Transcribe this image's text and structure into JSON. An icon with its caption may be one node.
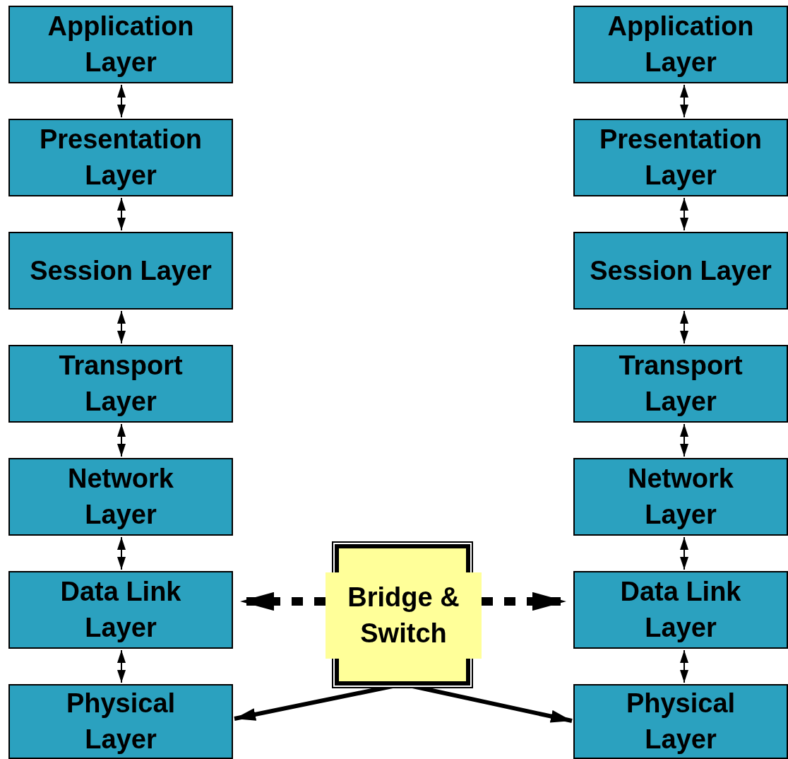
{
  "diagram": {
    "nodes": [
      {
        "text": [
          "Application Layer"
        ]
      },
      {
        "text": [
          "Presentation Layer"
        ]
      },
      {
        "text": [
          "Session Layer"
        ]
      },
      {
        "text": [
          "Transport Layer"
        ]
      },
      {
        "text": [
          "Network Layer"
        ]
      },
      {
        "text": [
          "Data Link Layer"
        ]
      },
      {
        "text": [
          "Physical Layer"
        ]
      },
      {
        "text": [
          "Application Layer"
        ]
      },
      {
        "text": [
          "Presentation Layer"
        ]
      },
      {
        "text": [
          "Session Layer"
        ]
      },
      {
        "text": [
          "Transport Layer"
        ]
      },
      {
        "text": [
          "Network Layer"
        ]
      },
      {
        "text": [
          "Data Link Layer"
        ]
      },
      {
        "text": [
          "Physical Layer"
        ]
      },
      {
        "text": [
          "Bridge & Switch"
        ]
      }
    ],
    "edges": [
      {
        "from": 0,
        "to": 1,
        "arrow": "both"
      },
      {
        "from": 1,
        "to": 2,
        "arrow": "both"
      },
      {
        "from": 2,
        "to": 3,
        "arrow": "both"
      },
      {
        "from": 3,
        "to": 4,
        "arrow": "both"
      },
      {
        "from": 4,
        "to": 5,
        "arrow": "both"
      },
      {
        "from": 5,
        "to": 6,
        "arrow": "both"
      },
      {
        "from": 7,
        "to": 8,
        "arrow": "both"
      },
      {
        "from": 8,
        "to": 9,
        "arrow": "both"
      },
      {
        "from": 9,
        "to": 10,
        "arrow": "both"
      },
      {
        "from": 10,
        "to": 11,
        "arrow": "both"
      },
      {
        "from": 11,
        "to": 12,
        "arrow": "both"
      },
      {
        "from": 12,
        "to": 13,
        "arrow": "both"
      },
      {
        "from": 14,
        "to": 5,
        "arrow": "to",
        "style": "dashed"
      },
      {
        "from": 14,
        "to": 12,
        "arrow": "to",
        "style": "dashed"
      },
      {
        "from": 14,
        "to": 6,
        "arrow": "to",
        "style": "thick"
      },
      {
        "from": 14,
        "to": 13,
        "arrow": "to",
        "style": "thick"
      }
    ]
  }
}
